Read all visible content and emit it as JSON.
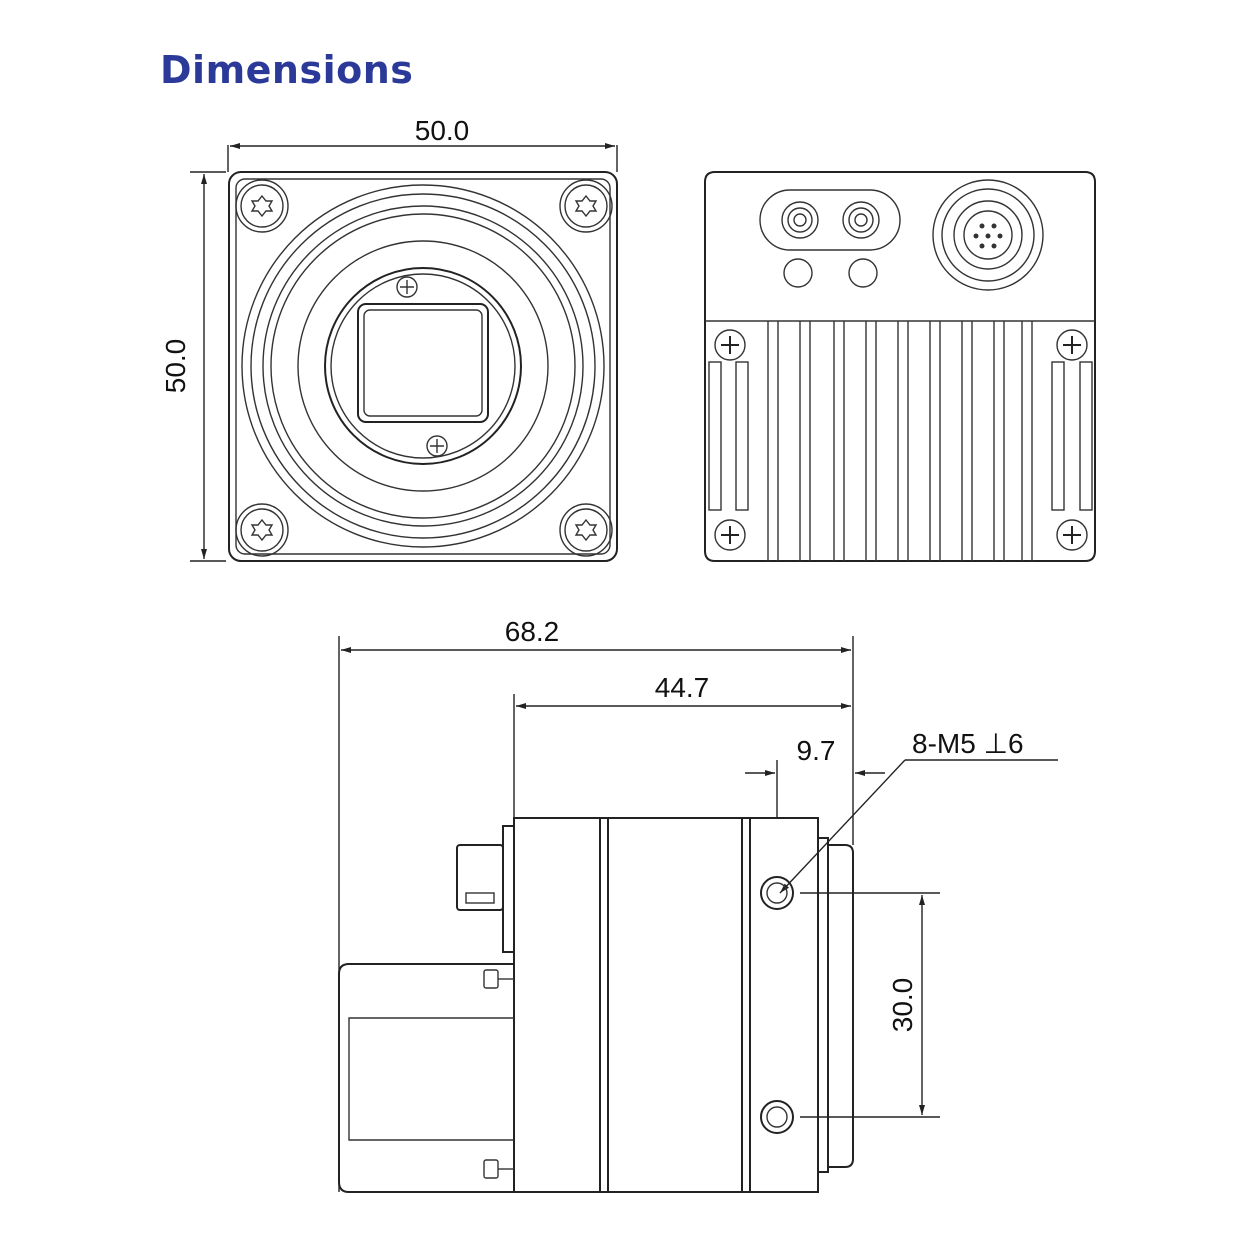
{
  "title": "Dimensions",
  "dimensions": {
    "front_width": "50.0",
    "front_height": "50.0",
    "side_total_length": "68.2",
    "side_body_length": "44.7",
    "side_hole_offset": "9.7",
    "hole_spec": "8-M5 ⊥6",
    "hole_spacing": "30.0"
  },
  "colors": {
    "title": "#2b3a98",
    "lines": "#222222"
  }
}
